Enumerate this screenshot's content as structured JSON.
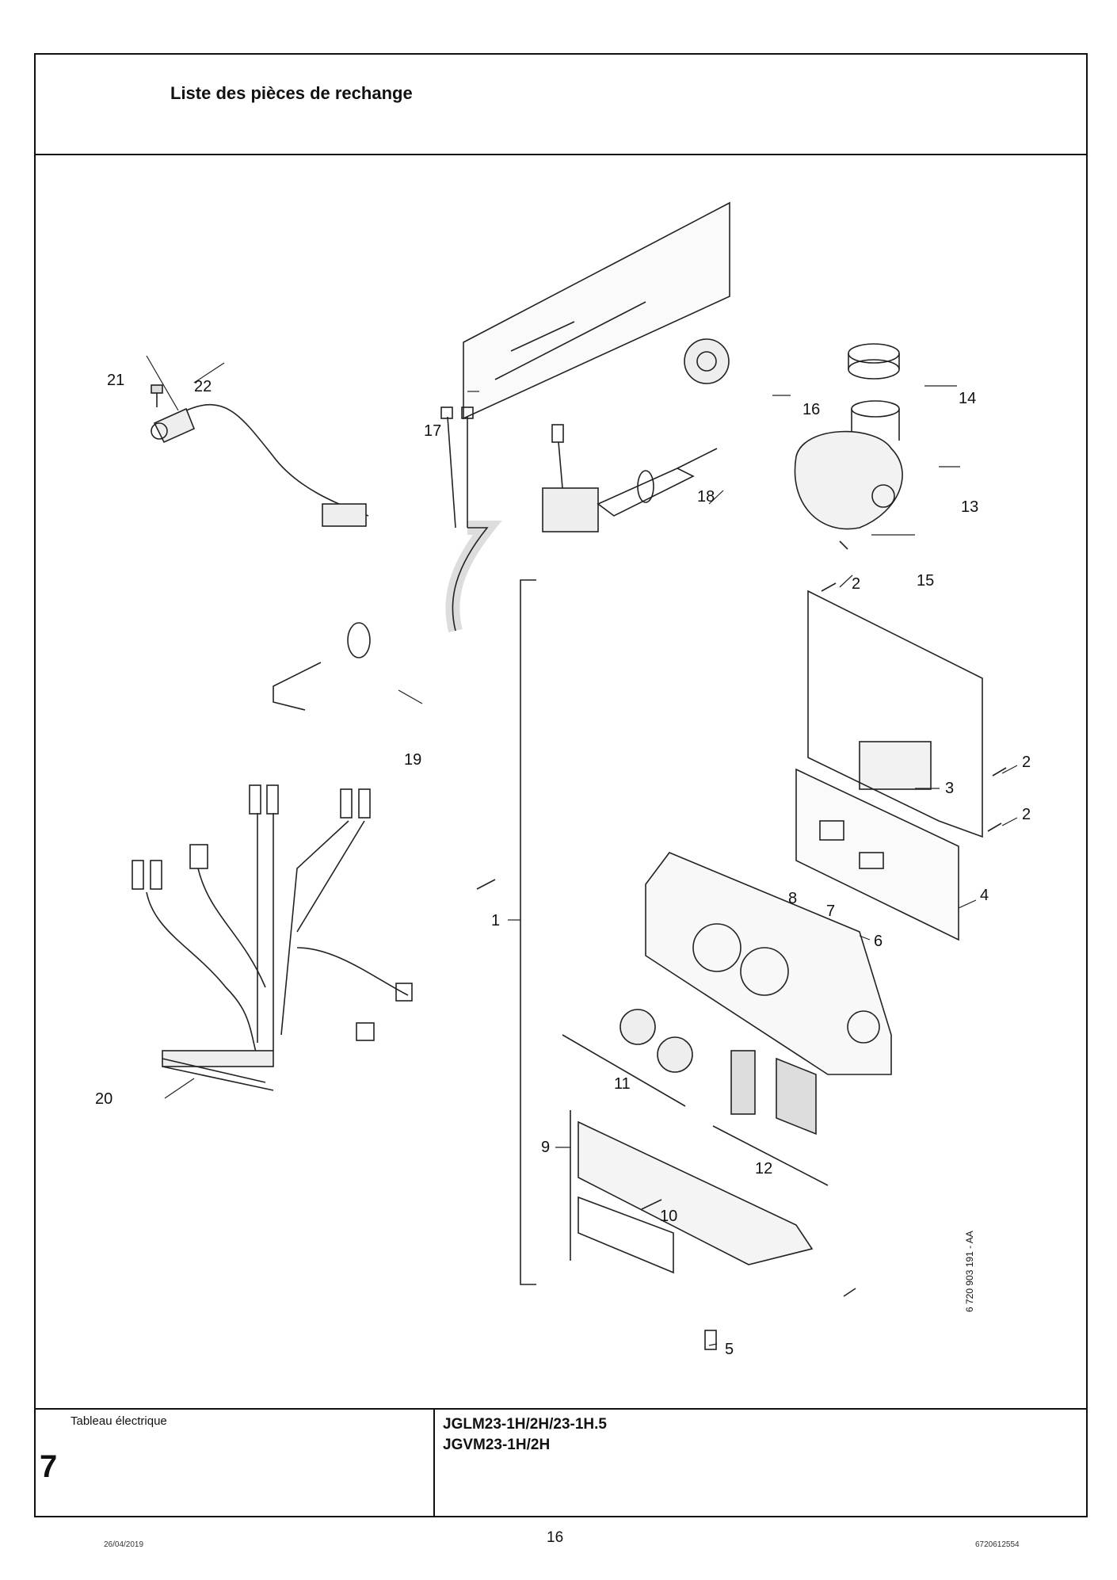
{
  "header": {
    "title": "Liste des pièces de rechange"
  },
  "diagram": {
    "drawing_code": "6 720 903 191 - AA",
    "callouts": [
      "1",
      "2",
      "2",
      "2",
      "3",
      "4",
      "5",
      "6",
      "7",
      "8",
      "9",
      "10",
      "11",
      "12",
      "13",
      "14",
      "15",
      "16",
      "17",
      "18",
      "19",
      "20",
      "21",
      "22"
    ]
  },
  "footer": {
    "section_label": "Tableau électrique",
    "section_number": "7",
    "models": [
      "JGLM23-1H/2H/23-1H.5",
      "JGVM23-1H/2H"
    ]
  },
  "page": {
    "number": "16",
    "date": "26/04/2019",
    "doc_code": "6720612554"
  }
}
